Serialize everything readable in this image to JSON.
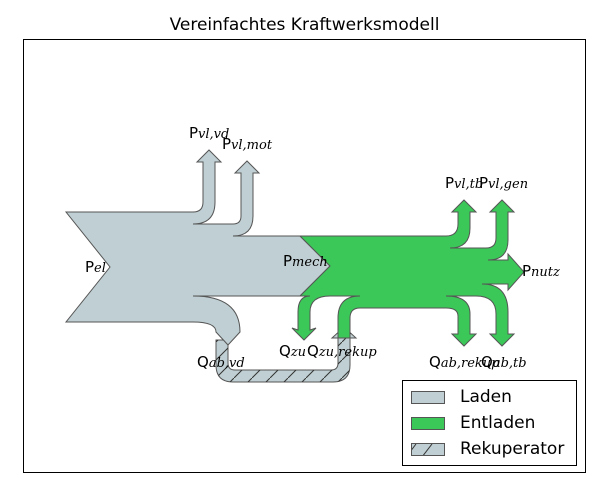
{
  "title": "Vereinfachtes Kraftwerksmodell",
  "colors": {
    "laden": "#c0cfd3",
    "entladen": "#3cc858",
    "rekuperator": "#c0cfd3",
    "stroke": "#555555"
  },
  "flows": {
    "p_el": {
      "sym": "P",
      "sub": "el"
    },
    "p_vl_vd": {
      "sym": "P",
      "sub": "vl,vd"
    },
    "p_vl_mot": {
      "sym": "P",
      "sub": "vl,mot"
    },
    "p_mech": {
      "sym": "P",
      "sub": "mech"
    },
    "q_ab_vd": {
      "sym": "Q",
      "sub": "ab,vd"
    },
    "p_vl_tb": {
      "sym": "P",
      "sub": "vl,tb"
    },
    "p_vl_gen": {
      "sym": "P",
      "sub": "vl,gen"
    },
    "p_nutz": {
      "sym": "P",
      "sub": "nutz"
    },
    "q_zu": {
      "sym": "Q",
      "sub": "zu"
    },
    "q_zu_rekup": {
      "sym": "Q",
      "sub": "zu,rekup"
    },
    "q_ab_rekup": {
      "sym": "Q",
      "sub": "ab,rekup"
    },
    "q_ab_tb": {
      "sym": "Q",
      "sub": "ab,tb"
    }
  },
  "legend": {
    "items": [
      {
        "label": "Laden",
        "style": "solid-gray"
      },
      {
        "label": "Entladen",
        "style": "solid-green"
      },
      {
        "label": "Rekuperator",
        "style": "hatched-gray"
      }
    ]
  }
}
